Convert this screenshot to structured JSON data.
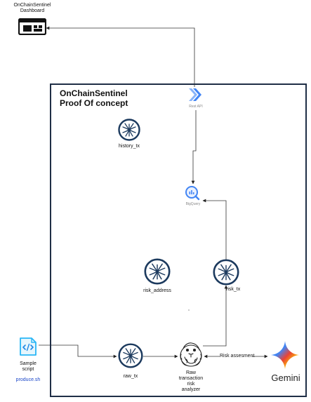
{
  "dashboard": {
    "label": "OnChainSentinel\nDashboard",
    "icon": "dashboard-icon"
  },
  "poc": {
    "title": "OnChainSentinel\nProof Of concept"
  },
  "nodes": {
    "rest_api": {
      "label": "Rest API",
      "icon": "api-gateway-icon"
    },
    "history_tx": {
      "label": "history_tx",
      "icon": "pubsub-topic-icon"
    },
    "bigquery": {
      "label": "BigQuery",
      "icon": "bigquery-icon"
    },
    "risk_address": {
      "label": "risk_address",
      "icon": "pubsub-topic-icon"
    },
    "risk_tx": {
      "label": "risk_tx",
      "icon": "pubsub-topic-icon"
    },
    "sample_script": {
      "label": "Sample\nscript",
      "file": "produce.sh",
      "icon": "code-script-icon"
    },
    "raw_tx": {
      "label": "raw_tx",
      "icon": "pubsub-topic-icon"
    },
    "analyzer": {
      "label": "Raw\ntransaction\nrisk\nanalyzer",
      "icon": "kafka-streams-icon"
    },
    "gemini": {
      "label": "Gemini",
      "icon": "gemini-icon"
    }
  },
  "edges": {
    "risk_assessment_label": "Risk assesment"
  },
  "colors": {
    "frame": "#1f2e46",
    "topic": "#1c3a5e",
    "api": "#4285f4",
    "link": "#1a46c8"
  }
}
